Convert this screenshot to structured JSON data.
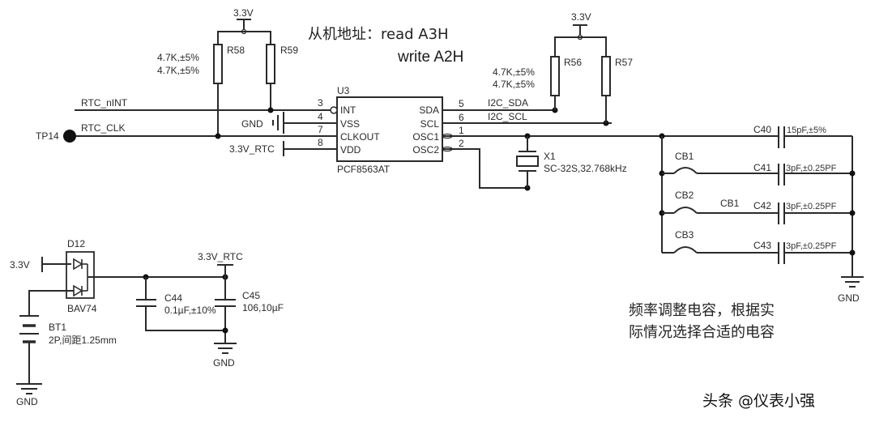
{
  "title_note": {
    "line1": "从机地址：read A3H",
    "line2": "write A2H"
  },
  "power_labels": {
    "vcc_left": "3.3V",
    "vcc_right": "3.3V",
    "vcc_d12": "3.3V",
    "vrtc_u3": "3.3V_RTC",
    "vrtc_caps": "3.3V_RTC",
    "gnd_u3": "GND",
    "gnd_crystal": "GND",
    "gnd_caps": "GND",
    "gnd_battery": "GND"
  },
  "resistors": [
    {
      "ref": "R58",
      "value": "4.7K,±5%"
    },
    {
      "ref": "R59",
      "value": "4.7K,±5%"
    },
    {
      "ref": "R56",
      "value": "4.7K,±5%"
    },
    {
      "ref": "R57",
      "value": "4.7K,±5%"
    }
  ],
  "nets": {
    "rtc_nint": "RTC_nINT",
    "rtc_clk": "RTC_CLK",
    "i2c_sda": "I2C_SDA",
    "i2c_scl": "I2C_SCL",
    "testpoint": "TP14"
  },
  "ic": {
    "ref": "U3",
    "part": "PCF8563AT",
    "left_pins": [
      {
        "num": "3",
        "name": "INT"
      },
      {
        "num": "4",
        "name": "VSS"
      },
      {
        "num": "7",
        "name": "CLKOUT"
      },
      {
        "num": "8",
        "name": "VDD"
      }
    ],
    "right_pins": [
      {
        "num": "5",
        "name": "SDA"
      },
      {
        "num": "6",
        "name": "SCL"
      },
      {
        "num": "1",
        "name": "OSC1"
      },
      {
        "num": "2",
        "name": "OSC2"
      }
    ]
  },
  "crystal": {
    "ref": "X1",
    "value": "SC-32S,32.768kHz"
  },
  "tuning_caps": [
    {
      "ref": "C40",
      "value": "15pF,±5%",
      "bridge": ""
    },
    {
      "ref": "C41",
      "value": "3pF,±0.25PF",
      "bridge": "CB1"
    },
    {
      "ref": "C42",
      "value": "3pF,±0.25PF",
      "bridge": "CB2"
    },
    {
      "ref": "C43",
      "value": "3pF,±0.25PF",
      "bridge": "CB3"
    }
  ],
  "stray_label": "CB1",
  "diode": {
    "ref": "D12",
    "part": "BAV74"
  },
  "battery": {
    "ref": "BT1",
    "value": "2P,间距1.25mm"
  },
  "supply_caps": [
    {
      "ref": "C44",
      "value": "0.1µF,±10%"
    },
    {
      "ref": "C45",
      "value": "106,10µF"
    }
  ],
  "tuning_note": {
    "line1": "频率调整电容，根据实",
    "line2": "际情况选择合适的电容"
  },
  "watermark": "头条 @仪表小强"
}
